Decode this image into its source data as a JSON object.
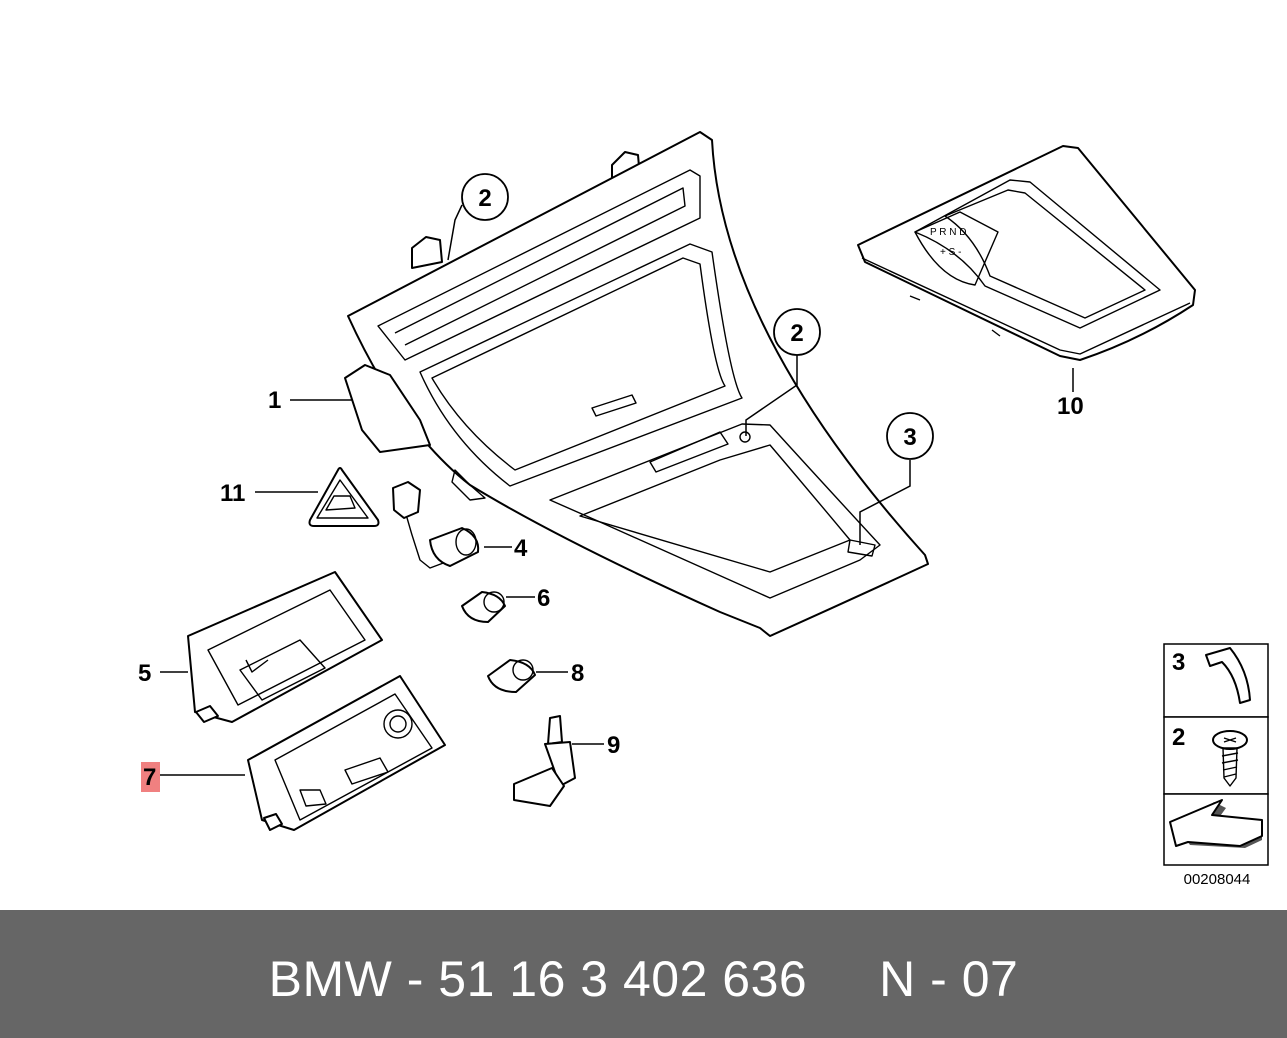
{
  "callouts": {
    "c1": "1",
    "c2a": "2",
    "c2b": "2",
    "c3": "3",
    "c4": "4",
    "c5": "5",
    "c6": "6",
    "c7": "7",
    "c8": "8",
    "c9": "9",
    "c10": "10",
    "c11": "11"
  },
  "legend": {
    "item3": "3",
    "item2": "2"
  },
  "diagram_code": "00208044",
  "footer": {
    "text": "BMW - 51 16 3 402 636     N - 07"
  },
  "colors": {
    "highlight": "#f08080",
    "footer_bg": "#666666",
    "footer_text": "#ffffff"
  }
}
